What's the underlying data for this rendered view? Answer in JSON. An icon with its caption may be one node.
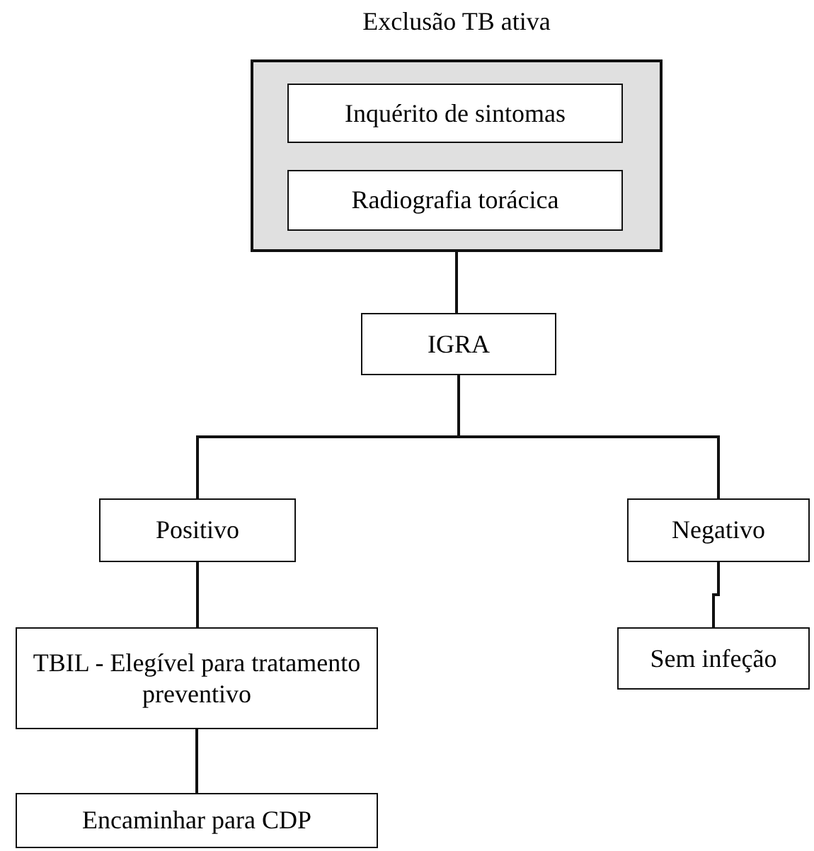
{
  "diagram": {
    "nodes": [
      {
        "text": [
          "Exclusão TB ativa"
        ]
      },
      {
        "text": [
          "Inquérito de sintomas"
        ],
        "in": 0
      },
      {
        "text": [
          "Radiografia torácica"
        ],
        "in": 0
      },
      {
        "text": [
          "IGRA"
        ]
      },
      {
        "text": [
          "Positivo"
        ]
      },
      {
        "text": [
          "Negativo"
        ]
      },
      {
        "text": [
          "TBIL - Elegível para tratamento preventivo"
        ]
      },
      {
        "text": [
          "Sem infeção"
        ]
      },
      {
        "text": [
          "Encaminhar para CDP"
        ]
      }
    ],
    "edges": [
      {
        "from": 0,
        "to": 3,
        "arrow": "none"
      },
      {
        "from": 3,
        "to": 4,
        "arrow": "none"
      },
      {
        "from": 3,
        "to": 5,
        "arrow": "none"
      },
      {
        "from": 4,
        "to": 6,
        "arrow": "none"
      },
      {
        "from": 5,
        "to": 7,
        "arrow": "none"
      },
      {
        "from": 6,
        "to": 8,
        "arrow": "none"
      }
    ]
  }
}
